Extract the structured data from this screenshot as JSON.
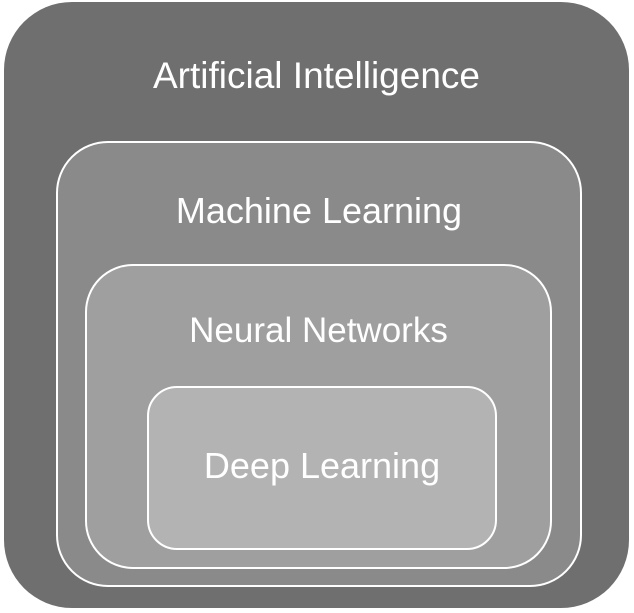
{
  "diagram": {
    "layers": [
      {
        "id": "artificial-intelligence",
        "label": "Artificial Intelligence",
        "fill": "#6f6f6f"
      },
      {
        "id": "machine-learning",
        "label": "Machine Learning",
        "fill": "#8a8a8a"
      },
      {
        "id": "neural-networks",
        "label": "Neural Networks",
        "fill": "#9f9f9f"
      },
      {
        "id": "deep-learning",
        "label": "Deep Learning",
        "fill": "#b3b3b3"
      }
    ],
    "border_color": "#ffffff",
    "text_color": "#ffffff"
  }
}
